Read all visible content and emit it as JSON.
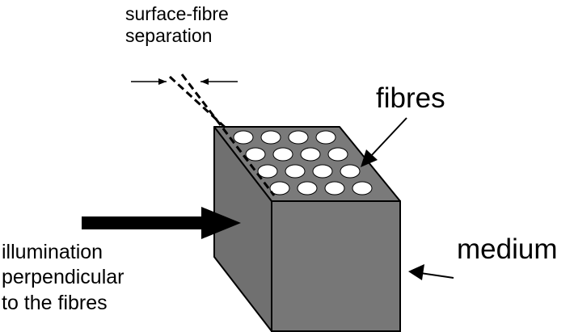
{
  "labels": {
    "separation": [
      "surface-fibre",
      "separation"
    ],
    "fibres": "fibres",
    "medium": "medium",
    "illumination": [
      "illumination",
      "perpendicular",
      "to the fibres"
    ]
  },
  "colors": {
    "ink": "#000000",
    "block_front": "#777777",
    "block_side": "#707070",
    "block_top": "#7a7a7a",
    "fibre_hole": "#ffffff",
    "background": "#ffffff"
  },
  "fibre_grid": {
    "rows": 4,
    "columns": 4
  }
}
